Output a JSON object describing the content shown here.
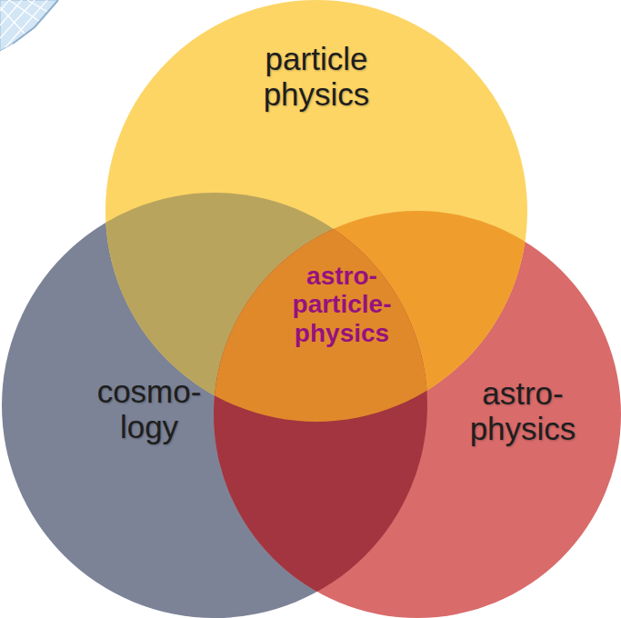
{
  "diagram": {
    "nodes": [
      {
        "text": [
          "particle physics"
        ]
      },
      {
        "text": [
          "cosmo- logy"
        ]
      },
      {
        "text": [
          "astro- physics"
        ]
      }
    ],
    "labels": [
      "astro- particle- physics"
    ]
  }
}
